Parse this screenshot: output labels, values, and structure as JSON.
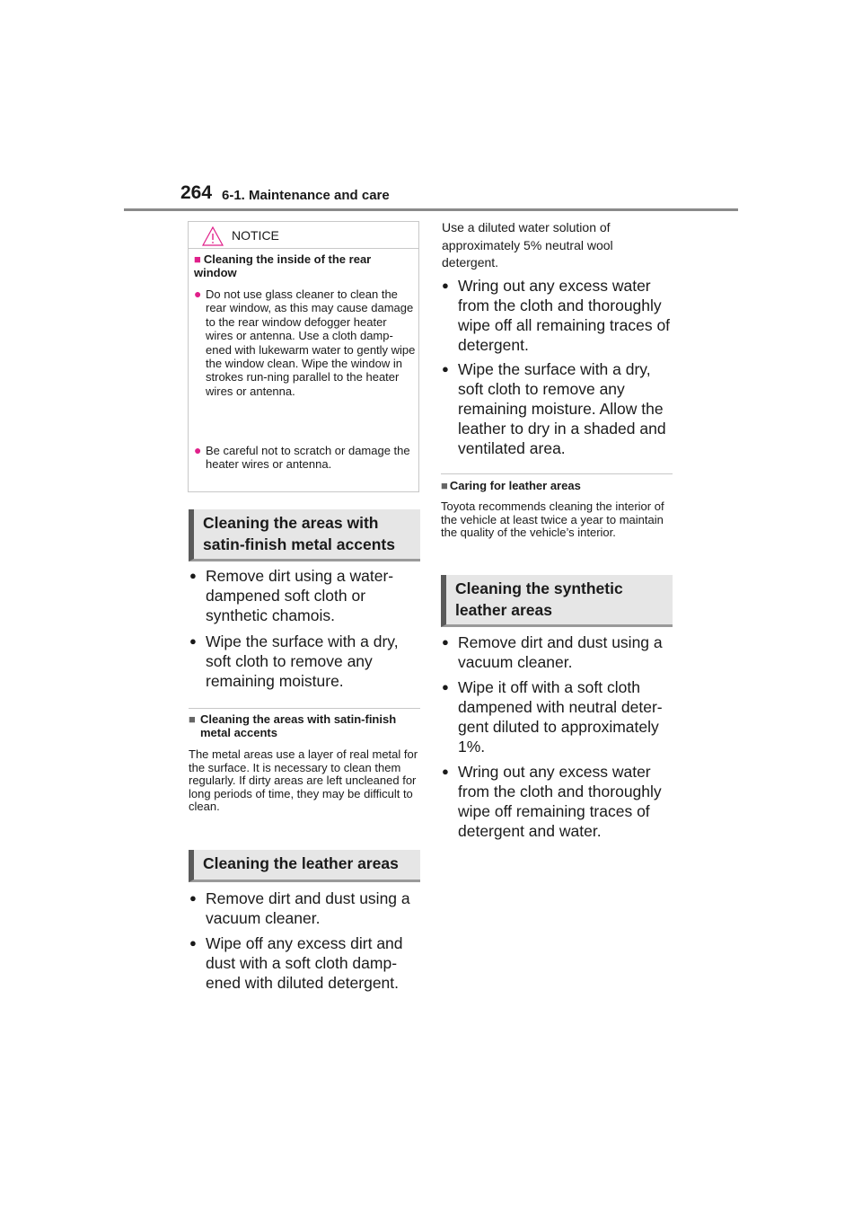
{
  "header": {
    "page_number": "264",
    "section": "6-1. Maintenance and care"
  },
  "notice": {
    "label": "NOTICE",
    "subheading": "Cleaning the inside of the rear window",
    "items": [
      "Do not use glass cleaner to clean the rear window, as this may cause damage to the rear window defogger heater wires or antenna. Use a cloth damp-ened with lukewarm water to gently wipe the window clean. Wipe the window in strokes run-ning parallel to the heater wires or antenna.",
      "Be careful not to scratch or damage the heater wires or antenna."
    ]
  },
  "left": {
    "satin_heading": "Cleaning the areas with satin-finish metal accents",
    "satin_bullets": [
      "Remove dirt using a water-dampened soft cloth or synthetic chamois.",
      "Wipe the surface with a dry, soft cloth to remove any remaining moisture."
    ],
    "satin_note_title": "Cleaning the areas with satin-finish metal accents",
    "satin_note_body": "The metal areas use a layer of real metal for the surface. It is necessary to clean them regularly. If dirty areas are left uncleaned for long periods of time, they may be difficult to clean.",
    "leather_heading": "Cleaning the leather areas",
    "leather_bullets": [
      "Remove dirt and dust using a vacuum cleaner.",
      "Wipe off any excess dirt and dust with a soft cloth damp-ened with diluted detergent."
    ]
  },
  "right": {
    "intro_note": "Use a diluted water solution of approximately 5% neutral wool detergent.",
    "leather_bullets_cont": [
      "Wring out any excess water from the cloth and thoroughly wipe off all remaining traces of detergent.",
      "Wipe the surface with a dry, soft cloth to remove any remaining moisture. Allow the leather to dry in a shaded and ventilated area."
    ],
    "caring_title": "Caring for leather areas",
    "caring_body": "Toyota recommends cleaning the interior of the vehicle at least twice a year to maintain the quality of the vehicle’s interior.",
    "synthetic_heading": "Cleaning the synthetic leather areas",
    "synthetic_bullets": [
      "Remove dirt and dust using a vacuum cleaner.",
      "Wipe it off with a soft cloth dampened with neutral deter-gent diluted to approximately 1%.",
      "Wring out any excess water from the cloth and thoroughly wipe off remaining traces of detergent and water."
    ]
  },
  "symbols": {
    "bullet": "●",
    "square": "■",
    "warning_icon": "warning-triangle-icon",
    "accent_color": "#e0208a"
  }
}
